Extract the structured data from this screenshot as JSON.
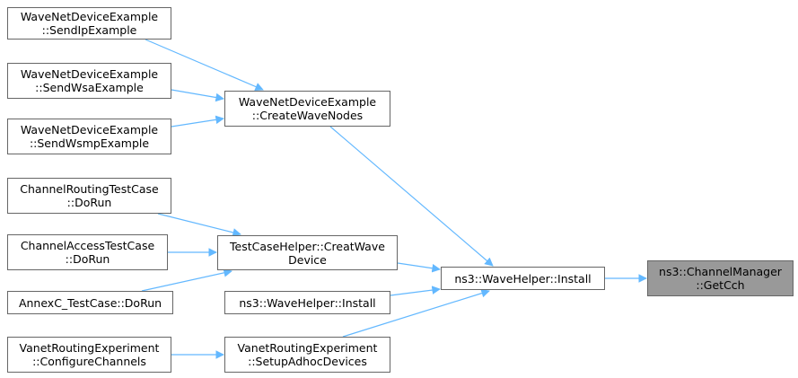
{
  "colors": {
    "edge": "#63b8ff",
    "node_border": "#666666",
    "selected_fill": "#999999"
  },
  "nodes": {
    "send_ip": [
      "WaveNetDeviceExample",
      "::SendIpExample"
    ],
    "send_wsa": [
      "WaveNetDeviceExample",
      "::SendWsaExample"
    ],
    "send_wsmp": [
      "WaveNetDeviceExample",
      "::SendWsmpExample"
    ],
    "create_wave_nodes": [
      "WaveNetDeviceExample",
      "::CreateWaveNodes"
    ],
    "routing_dorun": [
      "ChannelRoutingTestCase",
      "::DoRun"
    ],
    "access_dorun": [
      "ChannelAccessTestCase",
      "::DoRun"
    ],
    "annexc_dorun": [
      "AnnexC_TestCase::DoRun"
    ],
    "creat_wave_device": [
      "TestCaseHelper::CreatWave",
      "Device"
    ],
    "wavehelper_install2": [
      "ns3::WaveHelper::Install"
    ],
    "vanet_configure": [
      "VanetRoutingExperiment",
      "::ConfigureChannels"
    ],
    "vanet_setup": [
      "VanetRoutingExperiment",
      "::SetupAdhocDevices"
    ],
    "wavehelper_install": [
      "ns3::WaveHelper::Install"
    ],
    "getcch": [
      "ns3::ChannelManager",
      "::GetCch"
    ]
  },
  "edges": [
    [
      "send_ip",
      "create_wave_nodes"
    ],
    [
      "send_wsa",
      "create_wave_nodes"
    ],
    [
      "send_wsmp",
      "create_wave_nodes"
    ],
    [
      "create_wave_nodes",
      "wavehelper_install"
    ],
    [
      "routing_dorun",
      "creat_wave_device"
    ],
    [
      "access_dorun",
      "creat_wave_device"
    ],
    [
      "annexc_dorun",
      "creat_wave_device"
    ],
    [
      "creat_wave_device",
      "wavehelper_install"
    ],
    [
      "wavehelper_install2",
      "wavehelper_install"
    ],
    [
      "vanet_configure",
      "vanet_setup"
    ],
    [
      "vanet_setup",
      "wavehelper_install"
    ],
    [
      "wavehelper_install",
      "getcch"
    ]
  ]
}
